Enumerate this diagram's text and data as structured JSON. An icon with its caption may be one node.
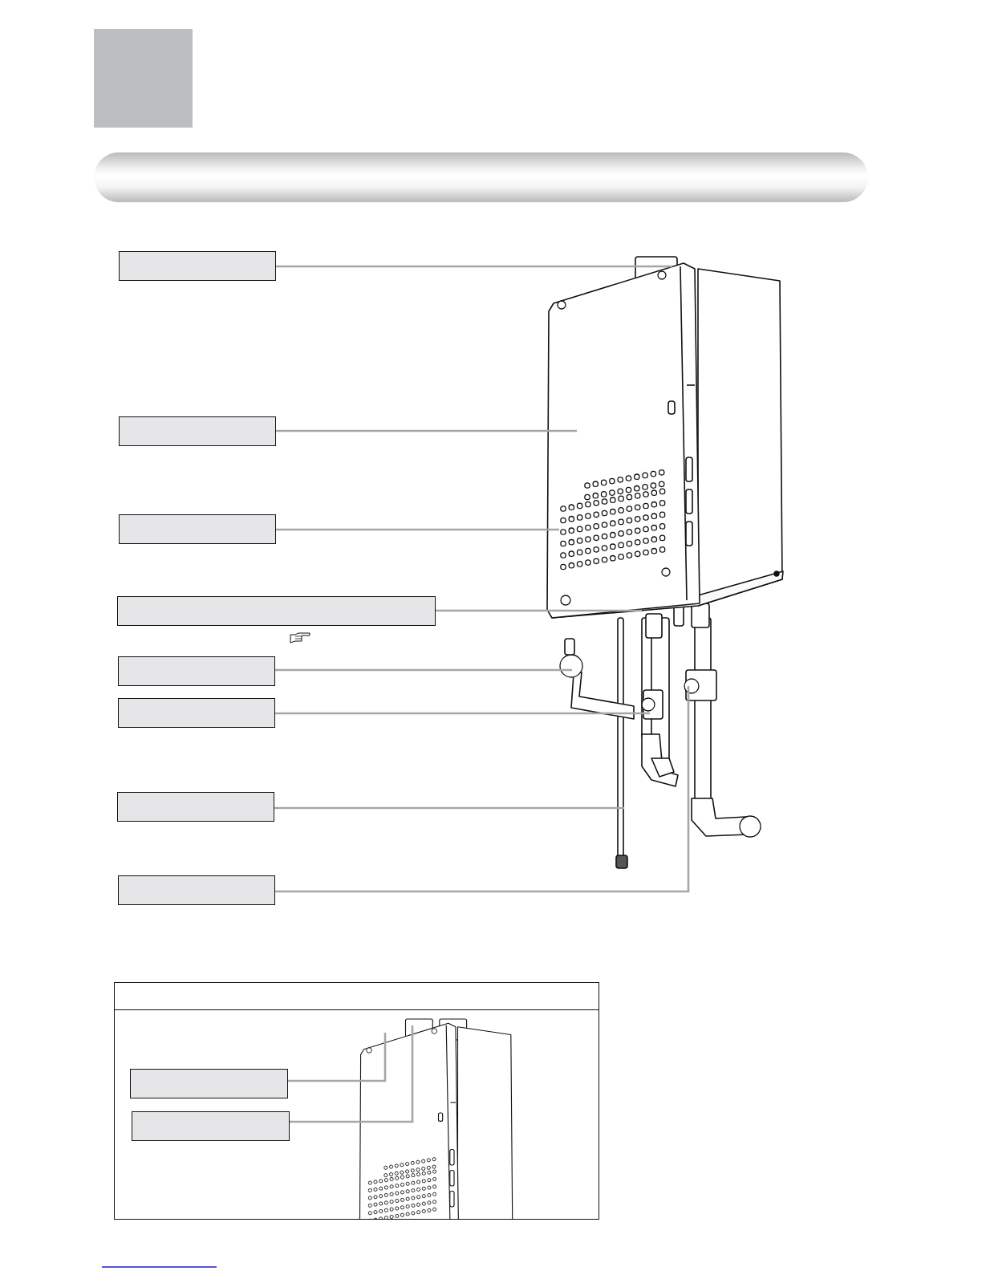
{
  "diagram": {
    "nodes": [
      {
        "text": [],
        "shape": "box"
      },
      {
        "text": [],
        "shape": "box"
      },
      {
        "text": [],
        "shape": "box"
      },
      {
        "text": [],
        "shape": "box"
      },
      {
        "text": [],
        "shape": "box"
      },
      {
        "text": [],
        "shape": "box"
      },
      {
        "text": [],
        "shape": "box"
      },
      {
        "text": [],
        "shape": "box"
      },
      {
        "text": [],
        "shape": "box"
      },
      {
        "text": [],
        "shape": "box",
        "in": 8
      },
      {
        "text": [],
        "shape": "box",
        "in": 8
      }
    ],
    "edges": [
      {
        "from": 0,
        "to": null,
        "arrow": "none"
      },
      {
        "from": 1,
        "to": null,
        "arrow": "none"
      },
      {
        "from": 2,
        "to": null,
        "arrow": "none"
      },
      {
        "from": 3,
        "to": null,
        "arrow": "none"
      },
      {
        "from": 4,
        "to": null,
        "arrow": "none"
      },
      {
        "from": 5,
        "to": null,
        "arrow": "none"
      },
      {
        "from": 6,
        "to": null,
        "arrow": "none"
      },
      {
        "from": 7,
        "to": null,
        "arrow": "none"
      },
      {
        "from": 9,
        "to": null,
        "arrow": "none"
      },
      {
        "from": 10,
        "to": null,
        "arrow": "none"
      }
    ]
  }
}
